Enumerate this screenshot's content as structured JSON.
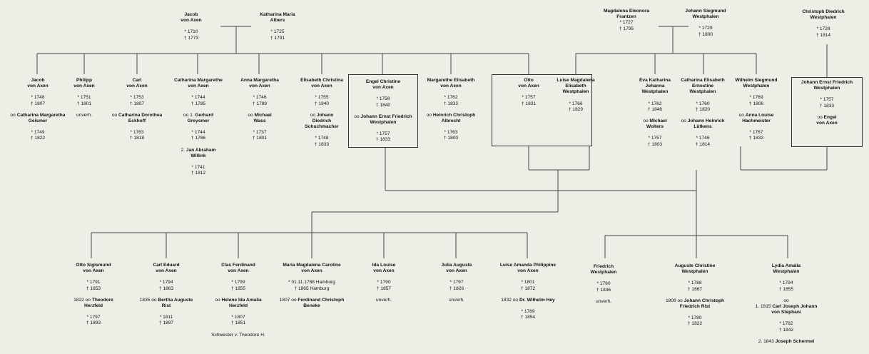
{
  "colors": {
    "background": "#efeee6",
    "line": "#444444",
    "text": "#111111"
  },
  "people": [
    {
      "id": "jacob-sr",
      "name": "Jacob\nvon Axen",
      "lines": [
        "",
        "* 1710",
        "† 1773"
      ]
    },
    {
      "id": "katharina-maria",
      "name": "Katharina Maria\nAlbers",
      "lines": [
        "",
        "* 1725",
        "† 1791"
      ]
    },
    {
      "id": "magdalena-eleonora",
      "name": "Magdalena Eleonora\nFrantzen",
      "lines": [
        "* 1727",
        "† 1795"
      ]
    },
    {
      "id": "johann-siegmund",
      "name": "Johann Siegmund\nWestphalen",
      "lines": [
        "",
        "* 1729",
        "† 1800"
      ]
    },
    {
      "id": "christoph-diedrich",
      "name": "Christoph Diedrich\nWestphalen",
      "lines": [
        "",
        "* 1728",
        "† 1814"
      ]
    },
    {
      "id": "jacob-jr",
      "name": "Jacob\nvon Axen",
      "lines": [
        "",
        "* 1748",
        "† 1807",
        "",
        "oo **Catharina Margaretha**",
        "**Geismer**",
        "",
        "* 1749",
        "† 1822"
      ]
    },
    {
      "id": "philipp",
      "name": "Philipp\nvon Axen",
      "lines": [
        "",
        "* 1751",
        "† 1801",
        "",
        "unverh."
      ]
    },
    {
      "id": "carl",
      "name": "Carl\nvon Axen",
      "lines": [
        "",
        "* 1753",
        "† 1807",
        "",
        "oo **Catharina Dorothea**",
        "**Eckhoff**",
        "",
        "* 1763",
        "† 1818"
      ]
    },
    {
      "id": "catharina-margarethe",
      "name": "Catharina Margarethe\nvon Axen",
      "lines": [
        "",
        "* 1744",
        "† 1785",
        "",
        "oo 1. **Gerhard**",
        "**Greysmer**",
        "",
        "* 1744",
        "† 1786",
        "",
        "2. **Jan Abraham**",
        "**Willink**",
        "",
        "* 1741",
        "† 1812"
      ]
    },
    {
      "id": "anna-margaretha",
      "name": "Anna Margaretha\nvon Axen",
      "lines": [
        "",
        "* 1746",
        "† 1789",
        "",
        "oo **Michael**",
        "**Wass**",
        "",
        "* 1737",
        "† 1801"
      ]
    },
    {
      "id": "elisabeth-christina",
      "name": "Elisabeth Christina\nvon Axen",
      "lines": [
        "",
        "* 1755",
        "† 1840",
        "",
        "oo **Johann**",
        "**Diedrich**",
        "**Schuchmacher**",
        "",
        "* 1748",
        "† 1833"
      ]
    },
    {
      "id": "engel-christine",
      "name": "Engel Christine\nvon Axen",
      "lines": [
        "",
        "* 1758",
        "† 1840",
        "",
        "oo **Johann Ernst Friedrich**",
        "**Westphalen**",
        "",
        "* 1757",
        "† 1833"
      ]
    },
    {
      "id": "margarethe-elisabeth",
      "name": "Margarethe Elisabeth\nvon Axen",
      "lines": [
        "",
        "* 1762",
        "† 1833",
        "",
        "oo **Heinrich Christoph**",
        "**Albrecht**",
        "",
        "* 1763",
        "† 1800"
      ]
    },
    {
      "id": "otto",
      "name": "Otto\nvon Axen",
      "lines": [
        "",
        "* 1757",
        "† 1831"
      ]
    },
    {
      "id": "luise-magdalena",
      "name": "Luise Magdalena\nElisabeth\nWestphalen",
      "lines": [
        "",
        "* 1766",
        "† 1829"
      ]
    },
    {
      "id": "eva-katharina",
      "name": "Eva Katharina\nJohanna\nWestphalen",
      "lines": [
        "",
        "* 1762",
        "† 1846",
        "",
        "oo **Michael**",
        "**Wolters**",
        "",
        "* 1757",
        "† 1803"
      ]
    },
    {
      "id": "catharina-elisabeth",
      "name": "Catharina Elisabeth\nErnestine\nWestphalen",
      "lines": [
        "",
        "* 1760",
        "† 1820",
        "",
        "oo **Johann Heinrich**",
        "**Lütkens**",
        "",
        "* 1746",
        "† 1814"
      ]
    },
    {
      "id": "wilhelm-siegmund",
      "name": "Wilhelm Siegmund\nWestphalen",
      "lines": [
        "",
        "* 1769",
        "† 1806",
        "",
        "oo **Anna Louise**",
        "**Hachmeister**",
        "",
        "* 1767",
        "† 1833"
      ]
    },
    {
      "id": "johann-ernst-friedrich",
      "name": "Johann Ernst Friedrich\nWestphalen",
      "lines": [
        "",
        "* 1757",
        "† 1833",
        "",
        "oo **Engel**",
        "**von Axen**"
      ]
    },
    {
      "id": "otto-sigismund",
      "name": "Otto Sigismund\nvon Axen",
      "lines": [
        "",
        "* 1791",
        "† 1853",
        "",
        "1822 oo **Theodore**",
        "**Herzfeld**",
        "",
        "* 1797",
        "† 1893"
      ]
    },
    {
      "id": "carl-eduard",
      "name": "Carl Eduard\nvon Axen",
      "lines": [
        "",
        "* 1794",
        "† 1863",
        "",
        "1835 oo **Bertha Auguste**",
        "**Rist**",
        "",
        "* 1811",
        "† 1897"
      ]
    },
    {
      "id": "clas-ferdinand",
      "name": "Clas Ferdinand\nvon Axen",
      "lines": [
        "",
        "* 1799",
        "† 1855",
        "",
        "oo **Helene Ida Amalia**",
        "**Herzfeld**",
        "",
        "* 1807",
        "† 1851",
        "",
        "Schwester v. Theodore H."
      ]
    },
    {
      "id": "maria-magdalena",
      "name": "Maria Magdalena Caroline\nvon Axen",
      "lines": [
        "",
        "* 01.11.1788 Hamburg",
        "† 1865 Hamburg",
        "",
        "1807 oo **Ferdinand Christoph**",
        "**Beneke**"
      ]
    },
    {
      "id": "ida-louise",
      "name": "Ida Louise\nvon Axen",
      "lines": [
        "",
        "* 1790",
        "† 1857",
        "",
        "unverh."
      ]
    },
    {
      "id": "julia-auguste",
      "name": "Julia Auguste\nvon Axen",
      "lines": [
        "",
        "* 1797",
        "† 1826",
        "",
        "unverh."
      ]
    },
    {
      "id": "luise-amanda",
      "name": "Luise Amanda Philippine\nvon Axen",
      "lines": [
        "",
        "* 1801",
        "† 1872",
        "",
        "1832 oo **Dr. Wilhelm Hey**",
        "",
        "* 1789",
        "† 1854"
      ]
    },
    {
      "id": "friedrich",
      "name": "Friedrich\nWestphalen",
      "lines": [
        "",
        "* 1790",
        "† 1846",
        "",
        "unverh."
      ]
    },
    {
      "id": "auguste-christine",
      "name": "Auguste Christine\nWestphalen",
      "lines": [
        "",
        "* 1788",
        "† 1867",
        "",
        "1808 oo **Johann Christoph**",
        "**Friedrich Rist**",
        "",
        "* 1780",
        "† 1822"
      ]
    },
    {
      "id": "lydia-amalia",
      "name": "Lydia Amalia\nWestphalen",
      "lines": [
        "",
        "* 1794",
        "† 1855",
        "",
        "oo",
        "1. 1815 **Carl Joseph Johann**",
        "**von Stephani**",
        "",
        "* 1782",
        "† 1842",
        "",
        "2. 1843 **Joseph Schermel**"
      ]
    }
  ]
}
